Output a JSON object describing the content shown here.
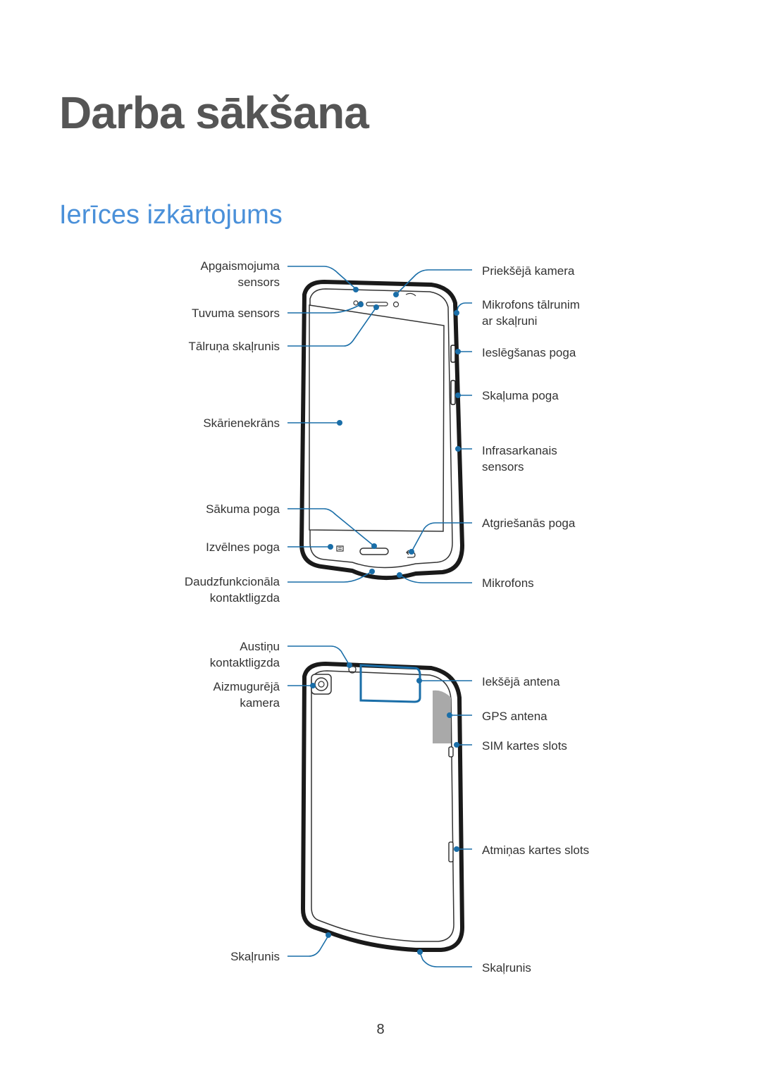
{
  "chapter_title": "Darba sākšana",
  "section_title": "Ierīces izkārtojums",
  "front_labels_left": {
    "light_sensor": [
      "Apgaismojuma",
      "sensors"
    ],
    "proximity_sensor": "Tuvuma sensors",
    "earpiece": "Tālruņa skaļrunis",
    "touchscreen": "Skārienekrāns",
    "home_button": "Sākuma poga",
    "menu_button": "Izvēlnes poga",
    "multipurpose_jack": [
      "Daudzfunkcionāla",
      "kontaktligzda"
    ]
  },
  "front_labels_right": {
    "front_camera": "Priekšējā kamera",
    "speakerphone_mic": [
      "Mikrofons tālrunim",
      "ar skaļruni"
    ],
    "power_button": "Ieslēgšanas poga",
    "volume_button": "Skaļuma poga",
    "ir_sensor": [
      "Infrasarkanais",
      "sensors"
    ],
    "back_button": "Atgriešanās poga",
    "microphone": "Mikrofons"
  },
  "back_labels_left": {
    "headset_jack": [
      "Austiņu",
      "kontaktligzda"
    ],
    "rear_camera": [
      "Aizmugurējā",
      "kamera"
    ],
    "speaker_left": "Skaļrunis"
  },
  "back_labels_right": {
    "internal_antenna": "Iekšējā antena",
    "gps_antenna": "GPS antena",
    "sim_slot": "SIM kartes slots",
    "memory_slot": "Atmiņas kartes slots",
    "speaker_right": "Skaļrunis"
  },
  "colors": {
    "accent": "#4a90d9",
    "callout": "#1a6ea8",
    "title": "#555555"
  },
  "page_number": "8"
}
